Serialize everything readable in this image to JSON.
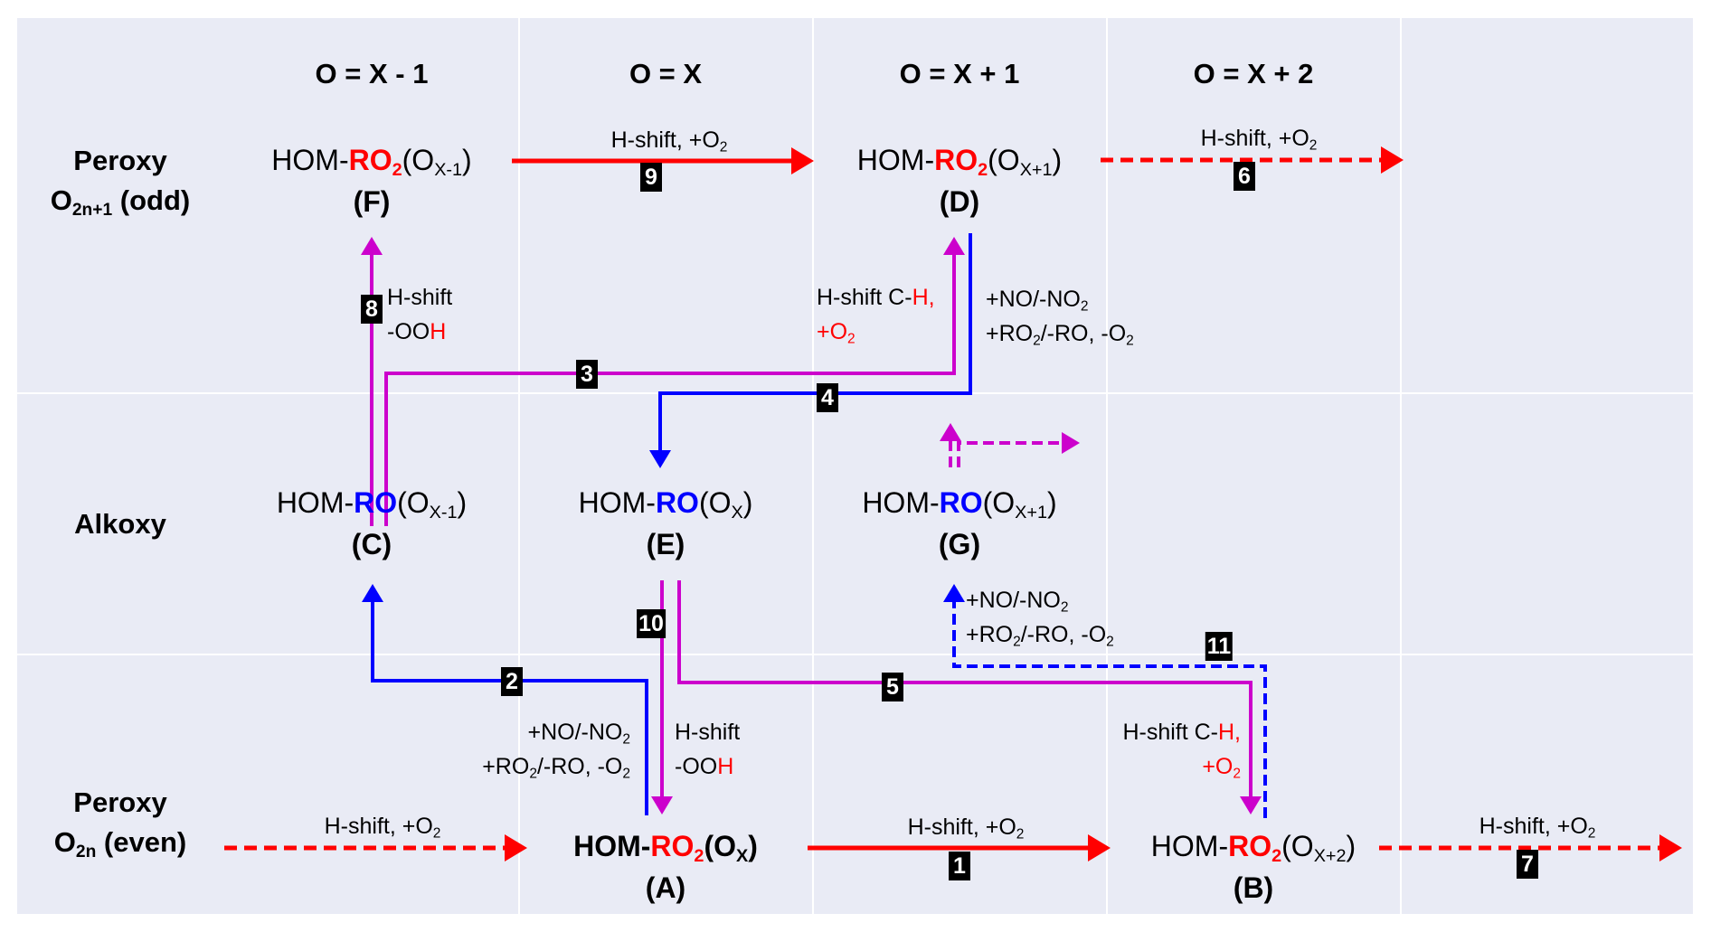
{
  "column_headers": [
    "O = X - 1",
    "O = X",
    "O = X + 1",
    "O = X + 2"
  ],
  "row_labels": {
    "peroxy_odd": {
      "line1": "Peroxy",
      "line2_main": "O",
      "line2_sub": "2n+1",
      "line2_rest": " (odd)"
    },
    "alkoxy": {
      "line1": "Alkoxy"
    },
    "peroxy_even": {
      "line1": "Peroxy",
      "line2_main": "O",
      "line2_sub": "2n",
      "line2_rest": " (even)"
    }
  },
  "species": {
    "F": {
      "prefix": "HOM-",
      "group": "RO",
      "group_sub": "2",
      "open": "(O",
      "o_sub": "X-1",
      "close": ")",
      "label": "(F)"
    },
    "D": {
      "prefix": "HOM-",
      "group": "RO",
      "group_sub": "2",
      "open": "(O",
      "o_sub": "X+1",
      "close": ")",
      "label": "(D)"
    },
    "C": {
      "prefix": "HOM-",
      "group": "RO",
      "group_sub": "",
      "open": "(O",
      "o_sub": "X-1",
      "close": ")",
      "label": "(C)"
    },
    "E": {
      "prefix": "HOM-",
      "group": "RO",
      "group_sub": "",
      "open": "(O",
      "o_sub": "X",
      "close": ")",
      "label": "(E)"
    },
    "G": {
      "prefix": "HOM-",
      "group": "RO",
      "group_sub": "",
      "open": "(O",
      "o_sub": "X+1",
      "close": ")",
      "label": "(G)"
    },
    "A": {
      "prefix": "HOM-",
      "group": "RO",
      "group_sub": "2",
      "open": "(O",
      "o_sub": "X",
      "close": ")",
      "label": "(A)"
    },
    "B": {
      "prefix": "HOM-",
      "group": "RO",
      "group_sub": "2",
      "open": "(O",
      "o_sub": "X+2",
      "close": ")",
      "label": "(B)"
    }
  },
  "reactions": {
    "hshift_o2": {
      "text": "H-shift, +O",
      "sub": "2"
    },
    "hshift": "H-shift",
    "ooh_prefix": "-OO",
    "ooh_h": "H",
    "hshift_ch_prefix": "H-shift C-",
    "hshift_ch_h": "H,",
    "plus_o2": "+O",
    "plus_o2_sub": "2",
    "no_line": {
      "text": "+NO/-NO",
      "sub": "2"
    },
    "ro2_line": {
      "a": "+RO",
      "a_sub": "2",
      "b": "/-RO, -O",
      "b_sub": "2"
    }
  },
  "badges": [
    "1",
    "2",
    "3",
    "4",
    "5",
    "6",
    "7",
    "8",
    "9",
    "10",
    "11"
  ],
  "colors": {
    "background": "#e9ebf5",
    "grid": "#ffffff",
    "peroxy_path": "#ff0000",
    "alkoxy_path": "#0000ff",
    "hshift_path": "#cc00cc",
    "badge": "#000000"
  }
}
